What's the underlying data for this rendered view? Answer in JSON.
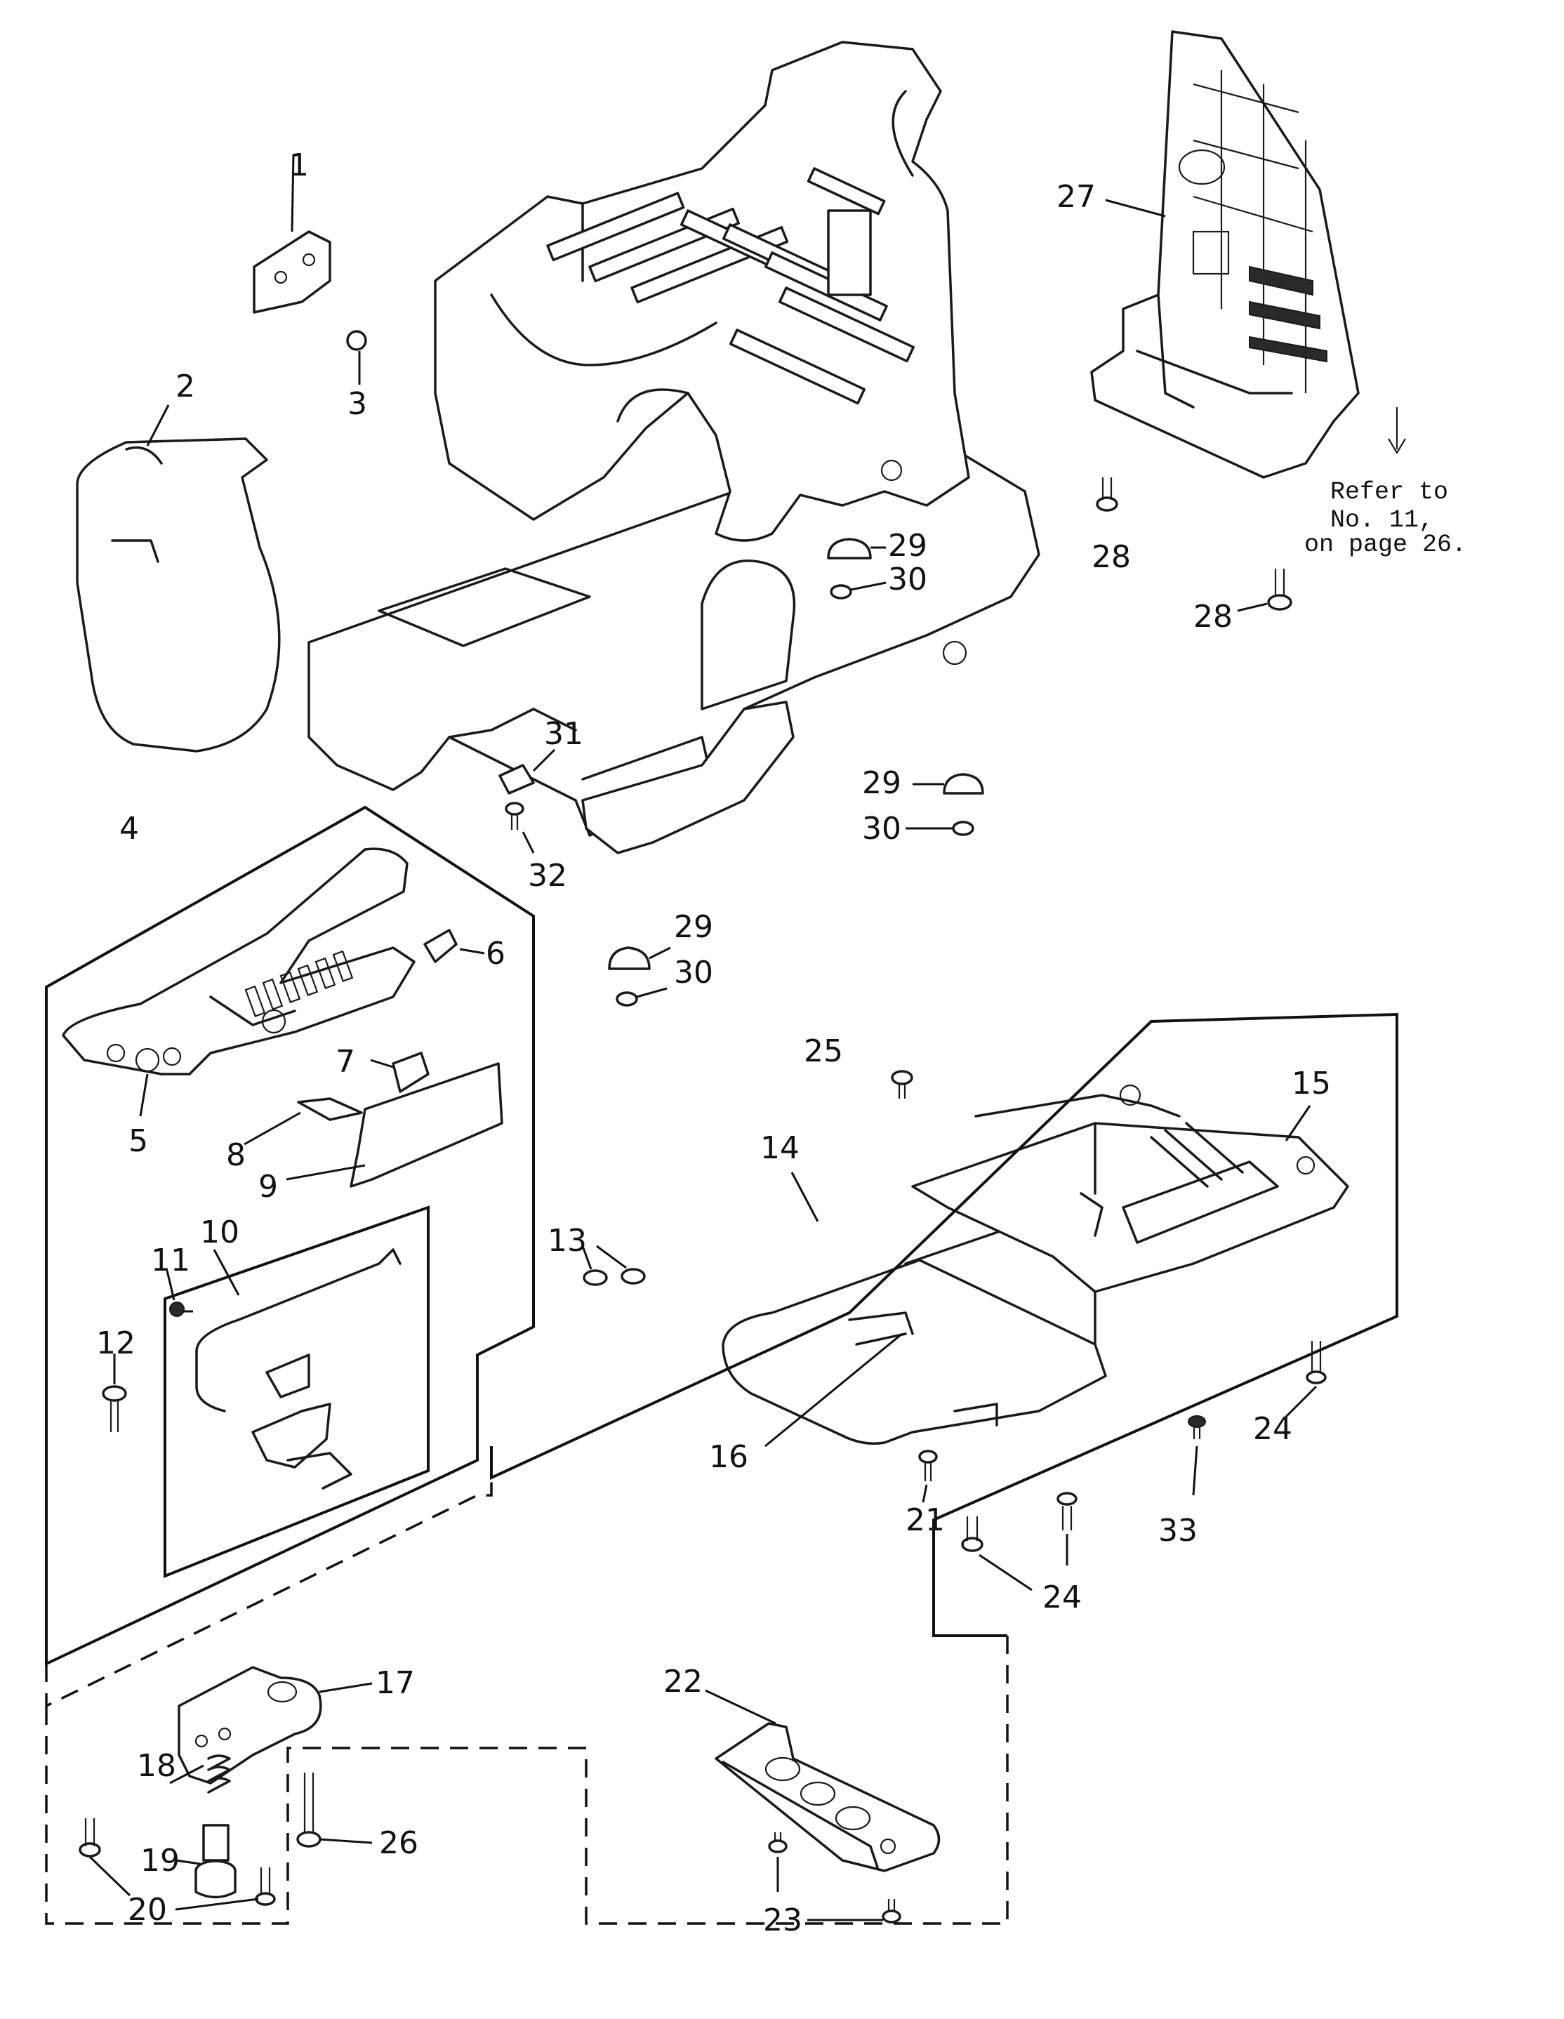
{
  "diagram": {
    "note_lines": [
      "Refer to",
      "No. 11,",
      "on page 26."
    ],
    "labels": [
      {
        "id": "1",
        "text": "1"
      },
      {
        "id": "2",
        "text": "2"
      },
      {
        "id": "3",
        "text": "3"
      },
      {
        "id": "4",
        "text": "4"
      },
      {
        "id": "5",
        "text": "5"
      },
      {
        "id": "6",
        "text": "6"
      },
      {
        "id": "7",
        "text": "7"
      },
      {
        "id": "8",
        "text": "8"
      },
      {
        "id": "9",
        "text": "9"
      },
      {
        "id": "10",
        "text": "10"
      },
      {
        "id": "11",
        "text": "11"
      },
      {
        "id": "12",
        "text": "12"
      },
      {
        "id": "13",
        "text": "13"
      },
      {
        "id": "14",
        "text": "14"
      },
      {
        "id": "15",
        "text": "15"
      },
      {
        "id": "16",
        "text": "16"
      },
      {
        "id": "17",
        "text": "17"
      },
      {
        "id": "18",
        "text": "18"
      },
      {
        "id": "19",
        "text": "19"
      },
      {
        "id": "20",
        "text": "20"
      },
      {
        "id": "21",
        "text": "21"
      },
      {
        "id": "22",
        "text": "22"
      },
      {
        "id": "23",
        "text": "23"
      },
      {
        "id": "24a",
        "text": "24"
      },
      {
        "id": "24b",
        "text": "24"
      },
      {
        "id": "25",
        "text": "25"
      },
      {
        "id": "26",
        "text": "26"
      },
      {
        "id": "27",
        "text": "27"
      },
      {
        "id": "28a",
        "text": "28"
      },
      {
        "id": "28b",
        "text": "28"
      },
      {
        "id": "29a",
        "text": "29"
      },
      {
        "id": "29b",
        "text": "29"
      },
      {
        "id": "29c",
        "text": "29"
      },
      {
        "id": "30a",
        "text": "30"
      },
      {
        "id": "30b",
        "text": "30"
      },
      {
        "id": "30c",
        "text": "30"
      },
      {
        "id": "31",
        "text": "31"
      },
      {
        "id": "32",
        "text": "32"
      },
      {
        "id": "33",
        "text": "33"
      }
    ]
  }
}
